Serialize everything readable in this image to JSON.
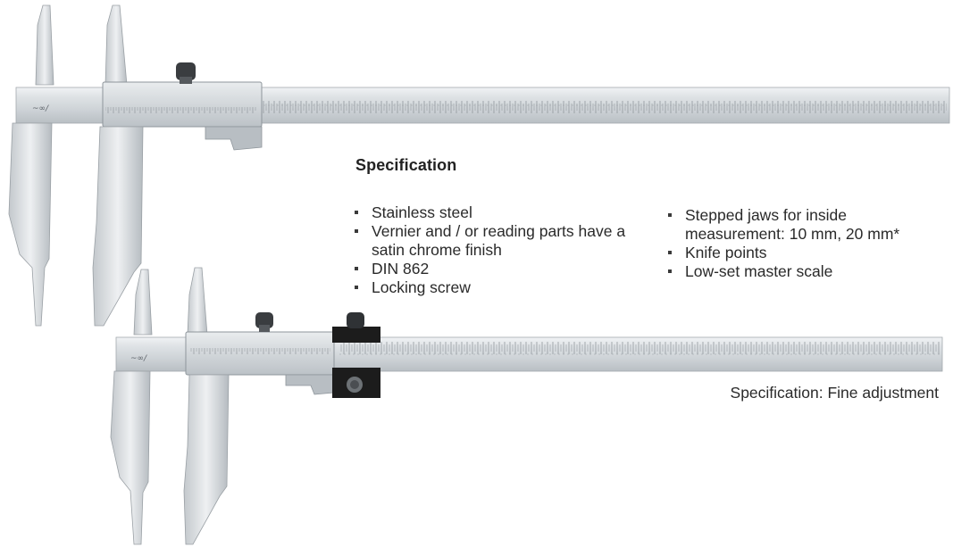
{
  "specification": {
    "title": "Specification",
    "left_items": [
      "Stainless steel",
      "Vernier and / or reading parts have a satin chrome finish",
      "DIN 862",
      "Locking screw"
    ],
    "right_items": [
      "Stepped jaws for inside measurement: 10 mm, 20 mm*",
      "Knife points",
      "Low-set master scale"
    ]
  },
  "caption": "Specification: Fine adjustment",
  "images": {
    "top_caliper": "vernier-caliper-with-locking-screw",
    "bottom_caliper": "vernier-caliper-with-fine-adjustment"
  },
  "colors": {
    "steel_light": "#e4e7ea",
    "steel_mid": "#c9ced3",
    "steel_dark": "#8f969d",
    "fine_adjust_block": "#1c1c1c"
  }
}
